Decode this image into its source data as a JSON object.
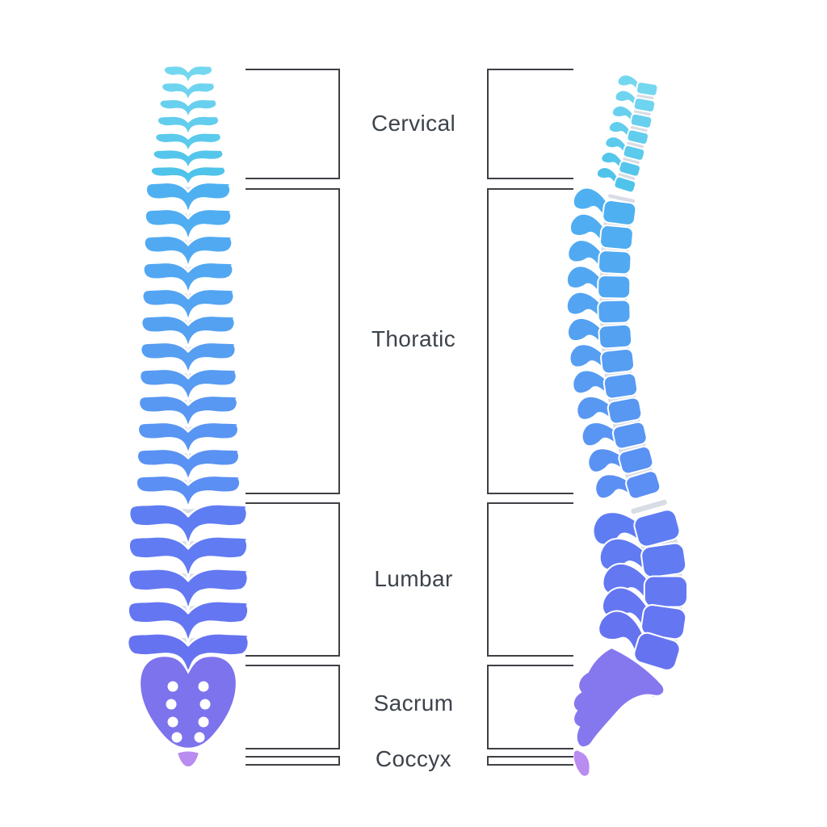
{
  "diagram": {
    "title": "Human spine structure diagram",
    "background": "#ffffff",
    "views": [
      {
        "id": "front",
        "description": "anterior spine view"
      },
      {
        "id": "side",
        "description": "lateral spine view"
      }
    ]
  },
  "colors": {
    "cervical_start": "#74d7f0",
    "cervical_end": "#4fc3ea",
    "thoracic_start": "#4fb0f1",
    "thoracic_end": "#5b8ff3",
    "lumbar_start": "#5f7df2",
    "lumbar_end": "#6673f0",
    "sacrum": "#7d73ed",
    "sacrum_side": "#8578ee",
    "coccyx": "#b98cef",
    "disc": "#d8dde5",
    "foramina": "#ffffff",
    "outline": "#ffffff",
    "bracket_line": "#3f4046",
    "label_text": "#3d434b"
  },
  "regions": [
    {
      "id": "cervical",
      "label": "Cervical",
      "vertebra_count": 7
    },
    {
      "id": "thoratic",
      "label": "Thoratic",
      "vertebra_count": 12
    },
    {
      "id": "lumbar",
      "label": "Lumbar",
      "vertebra_count": 5
    },
    {
      "id": "sacrum",
      "label": "Sacrum",
      "vertebra_count": 1
    },
    {
      "id": "coccyx",
      "label": "Coccyx",
      "vertebra_count": 1
    }
  ]
}
